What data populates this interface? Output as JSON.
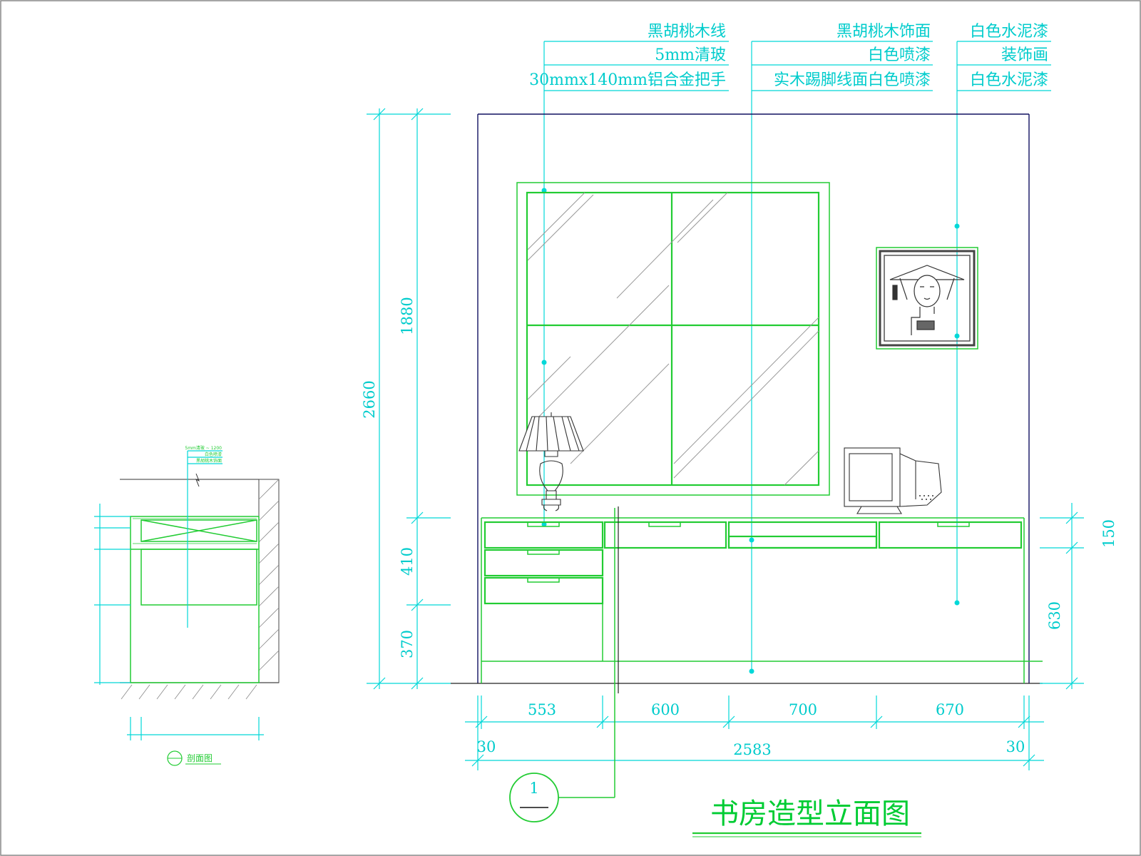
{
  "title": "书房造型立面图",
  "callouts": {
    "left": [
      "黑胡桃木线",
      "5mm清玻",
      "30mmx140mm铝合金把手"
    ],
    "middle": [
      "黑胡桃木饰面",
      "白色喷漆",
      "实木踢脚线面白色喷漆"
    ],
    "right": [
      "白色水泥漆",
      "装饰画",
      "白色水泥漆"
    ]
  },
  "dimensions": {
    "height_total": "2660",
    "height_upper": "1880",
    "height_middle": "410",
    "height_lower": "370",
    "right_upper": "150",
    "right_lower": "630",
    "widths": [
      "553",
      "600",
      "700",
      "670"
    ],
    "side_margin_left": "30",
    "overall_width": "2583",
    "side_margin_right": "30"
  },
  "section_marker": {
    "number": "1"
  },
  "detail": {
    "caption": "剖面图",
    "notes": [
      "5mm清玻 ~ 1200",
      "白色喷漆",
      "黑胡桃木饰面"
    ]
  }
}
